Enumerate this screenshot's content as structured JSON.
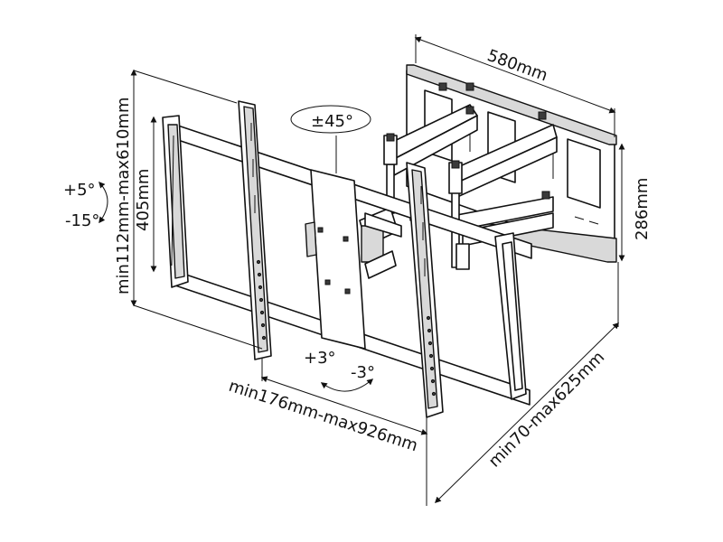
{
  "dimensions": {
    "plate_width": "580mm",
    "plate_height": "286mm",
    "tilt_up": "+5°",
    "tilt_down": "-15°",
    "vertical_spacing": "405mm",
    "vertical_range": "min112mm-max610mm",
    "swivel": "±45°",
    "level_up": "+3°",
    "level_down": "-3°",
    "horizontal_range": "min176mm-max926mm",
    "depth_range": "min70-max625mm"
  },
  "colors": {
    "ink": "#111111",
    "paper": "#ffffff",
    "fill_light": "#d9d9d9",
    "fill_dark": "#3a3a3a"
  }
}
